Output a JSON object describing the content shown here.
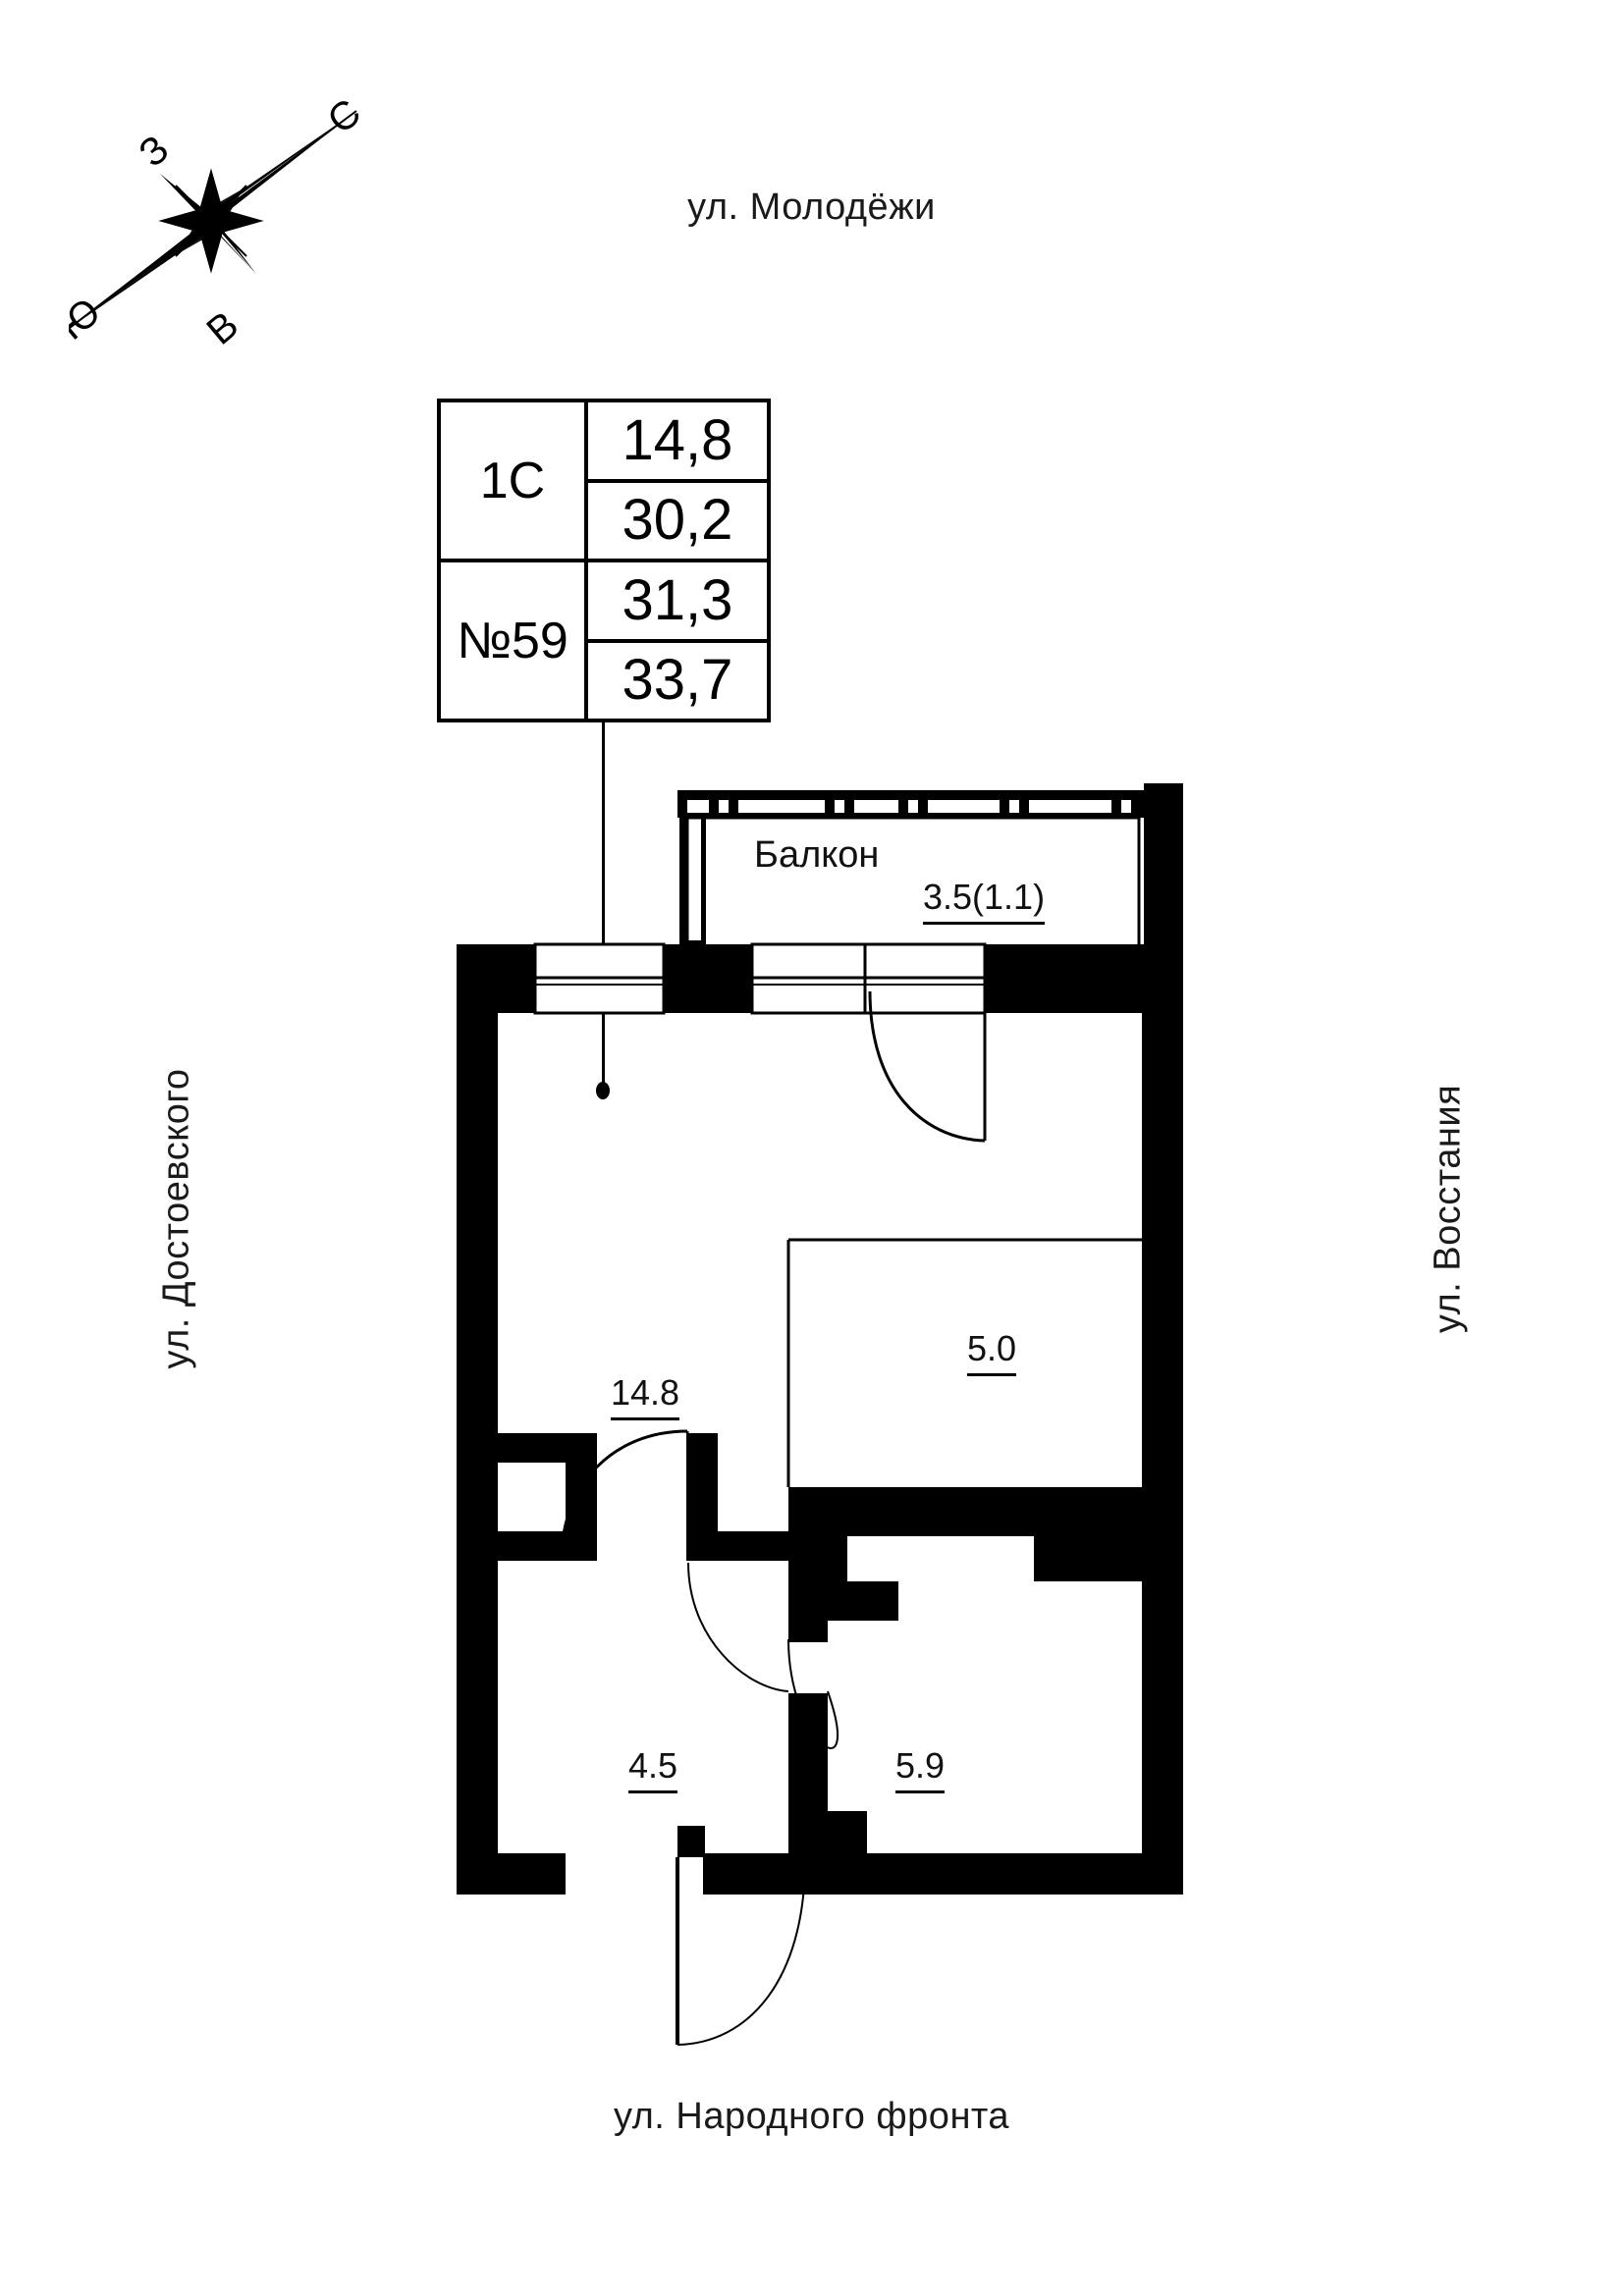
{
  "streets": {
    "top": "ул. Молодёжи",
    "bottom": "ул. Народного фронта",
    "left": "ул. Достоевского",
    "right": "ул. Восстания"
  },
  "compass": {
    "north": "С",
    "south": "Ю",
    "east": "В",
    "west": "З"
  },
  "info_table": {
    "type_label": "1С",
    "number_label": "№59",
    "area_living": "14,8",
    "area_total_rooms": "30,2",
    "area_with_balcony_coef": "31,3",
    "area_full": "33,7"
  },
  "rooms": [
    {
      "name": "balcony",
      "label": "Балкон",
      "area": "3.5(1.1)"
    },
    {
      "name": "main-room",
      "label": "",
      "area": "14.8"
    },
    {
      "name": "kitchen-niche",
      "label": "",
      "area": "5.0"
    },
    {
      "name": "hall",
      "label": "",
      "area": "4.5"
    },
    {
      "name": "bathroom",
      "label": "",
      "area": "5.9"
    }
  ],
  "colors": {
    "wall": "#000000",
    "background": "#ffffff",
    "text": "#111111"
  }
}
